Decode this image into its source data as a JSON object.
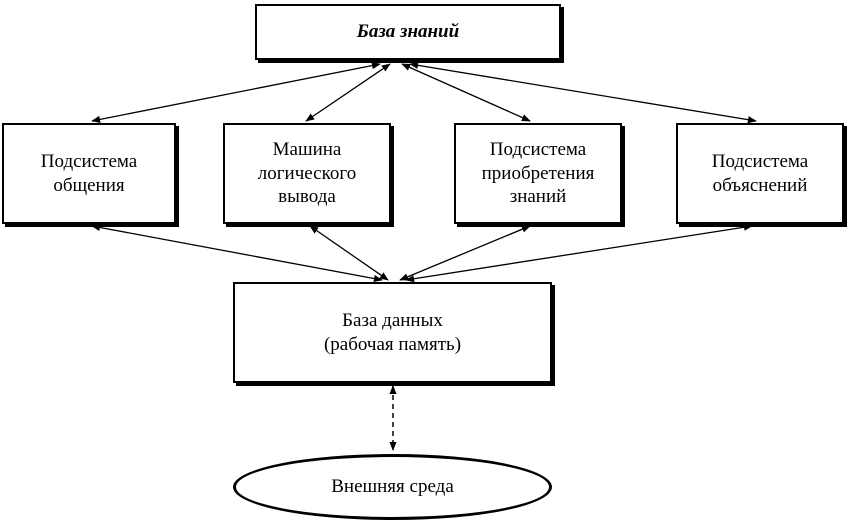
{
  "nodes": {
    "knowledge_base": "База знаний",
    "communication_subsystem": "Подсистема\nобщения",
    "inference_engine": "Машина\nлогического\nвывода",
    "acquisition_subsystem": "Подсистема\nприобретения\nзнаний",
    "explanation_subsystem": "Подсистема\nобъяснений",
    "database": "База данных\n(рабочая память)",
    "environment": "Внешняя среда"
  },
  "connections": [
    {
      "from": "knowledge_base",
      "to": "communication_subsystem",
      "style": "bidirectional"
    },
    {
      "from": "knowledge_base",
      "to": "inference_engine",
      "style": "bidirectional"
    },
    {
      "from": "knowledge_base",
      "to": "acquisition_subsystem",
      "style": "bidirectional"
    },
    {
      "from": "knowledge_base",
      "to": "explanation_subsystem",
      "style": "bidirectional"
    },
    {
      "from": "database",
      "to": "communication_subsystem",
      "style": "bidirectional"
    },
    {
      "from": "database",
      "to": "inference_engine",
      "style": "bidirectional"
    },
    {
      "from": "database",
      "to": "acquisition_subsystem",
      "style": "bidirectional"
    },
    {
      "from": "database",
      "to": "explanation_subsystem",
      "style": "bidirectional"
    },
    {
      "from": "database",
      "to": "environment",
      "style": "bidirectional-dashed"
    }
  ],
  "colors": {
    "stroke": "#000000",
    "background": "#ffffff"
  }
}
